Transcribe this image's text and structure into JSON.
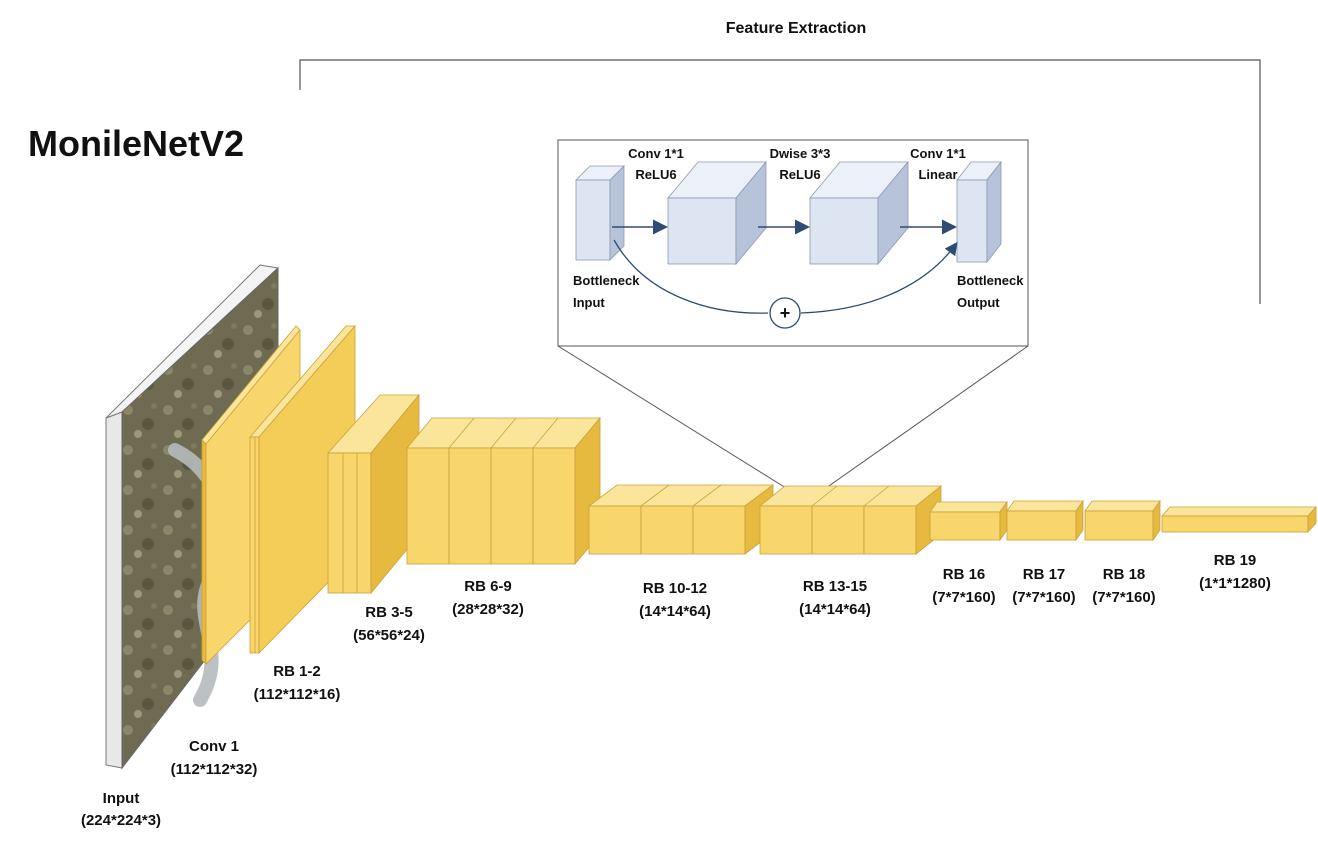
{
  "title": "MonileNetV2",
  "header": "Feature Extraction",
  "inset": {
    "step1": {
      "line1": "Conv 1*1",
      "line2": "ReLU6"
    },
    "step2": {
      "line1": "Dwise 3*3",
      "line2": "ReLU6"
    },
    "step3": {
      "line1": "Conv 1*1",
      "line2": "Linear"
    },
    "input": {
      "line1": "Bottleneck",
      "line2": "Input"
    },
    "output": {
      "line1": "Bottleneck",
      "line2": "Output"
    },
    "add_symbol": "+"
  },
  "layers": [
    {
      "name": "Input",
      "dims": "(224*224*3)"
    },
    {
      "name": "Conv 1",
      "dims": "(112*112*32)"
    },
    {
      "name": "RB 1-2",
      "dims": "(112*112*16)"
    },
    {
      "name": "RB 3-5",
      "dims": "(56*56*24)"
    },
    {
      "name": "RB 6-9",
      "dims": "(28*28*32)"
    },
    {
      "name": "RB 10-12",
      "dims": "(14*14*64)"
    },
    {
      "name": "RB 13-15",
      "dims": "(14*14*64)"
    },
    {
      "name": "RB 16",
      "dims": "(7*7*160)"
    },
    {
      "name": "RB 17",
      "dims": "(7*7*160)"
    },
    {
      "name": "RB 18",
      "dims": "(7*7*160)"
    },
    {
      "name": "RB 19",
      "dims": "(1*1*1280)"
    }
  ],
  "colors": {
    "block_front": "#f9d66b",
    "block_top": "#fbe59a",
    "block_side": "#e6b93f",
    "inset_front": "#dde5f2",
    "inset_top": "#ecf0f8",
    "inset_side": "#b7c3d9",
    "arrow": "#2e4c73"
  }
}
